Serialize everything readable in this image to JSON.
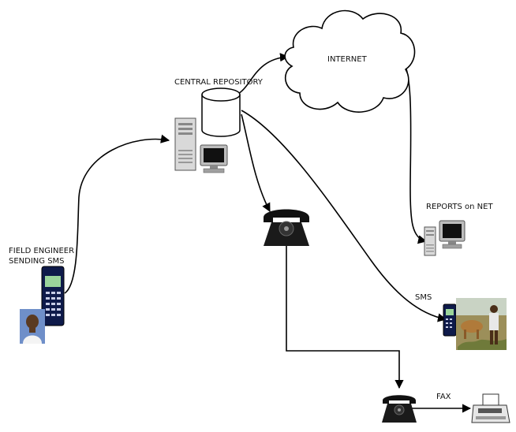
{
  "labels": {
    "central_repository": "CENTRAL REPOSITORY",
    "internet": "INTERNET",
    "reports_on_net": "REPORTS on NET",
    "field_engineer_line1": "FIELD ENGINEER",
    "field_engineer_line2": "SENDING SMS",
    "sms": "SMS",
    "fax": "FAX"
  },
  "icons": {
    "database": "database-cylinder-icon",
    "server": "server-tower-icon",
    "monitor": "computer-monitor-icon",
    "cloud": "cloud-icon",
    "telephone": "telephone-icon",
    "mobile": "mobile-phone-icon",
    "fax": "fax-machine-icon",
    "photo": "person-photo-icon"
  }
}
